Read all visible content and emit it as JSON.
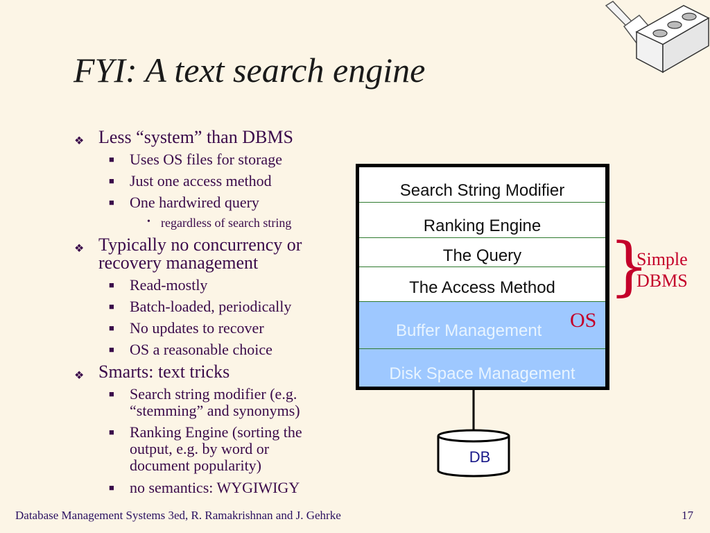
{
  "slide": {
    "title": "FYI: A text search engine",
    "footer": "Database Management Systems 3ed,  R. Ramakrishnan and J. Gehrke",
    "page_number": "17"
  },
  "bullets": [
    {
      "level": 1,
      "text": "Less “system” than DBMS"
    },
    {
      "level": 2,
      "text": "Uses OS files for storage"
    },
    {
      "level": 2,
      "text": "Just one access method"
    },
    {
      "level": 2,
      "text": "One hardwired query"
    },
    {
      "level": 3,
      "text": "regardless of search string"
    },
    {
      "level": 1,
      "text": "Typically no concurrency or"
    },
    {
      "level": 1,
      "text": "recovery management",
      "continuation": true
    },
    {
      "level": 2,
      "text": "Read-mostly"
    },
    {
      "level": 2,
      "text": "Batch-loaded, periodically"
    },
    {
      "level": 2,
      "text": "No updates to recover"
    },
    {
      "level": 2,
      "text": "OS a reasonable choice"
    },
    {
      "level": 1,
      "text": "Smarts: text tricks"
    },
    {
      "level": 2,
      "text": "Search string modifier (e.g."
    },
    {
      "level": 2,
      "text": "“stemming” and synonyms)",
      "continuation": true
    },
    {
      "level": 2,
      "text": "Ranking Engine (sorting the"
    },
    {
      "level": 2,
      "text": "output, e.g. by word or",
      "continuation": true
    },
    {
      "level": 2,
      "text": "document popularity)",
      "continuation": true
    },
    {
      "level": 2,
      "text": "no semantics: WYGIWIGY"
    }
  ],
  "diagram": {
    "layers": [
      "Search String Modifier",
      "Ranking Engine",
      "The Query",
      "The Access Method",
      "Buffer Management",
      "Disk Space Management"
    ],
    "os_label": "OS",
    "brace_label_line1": "Simple",
    "brace_label_line2": "DBMS",
    "db_label": "DB"
  },
  "colors": {
    "background": "#fcf5e6",
    "accent_red": "#c4002a",
    "os_layer_blue": "#9ec8ff",
    "divider_green": "#2e7a2e"
  }
}
